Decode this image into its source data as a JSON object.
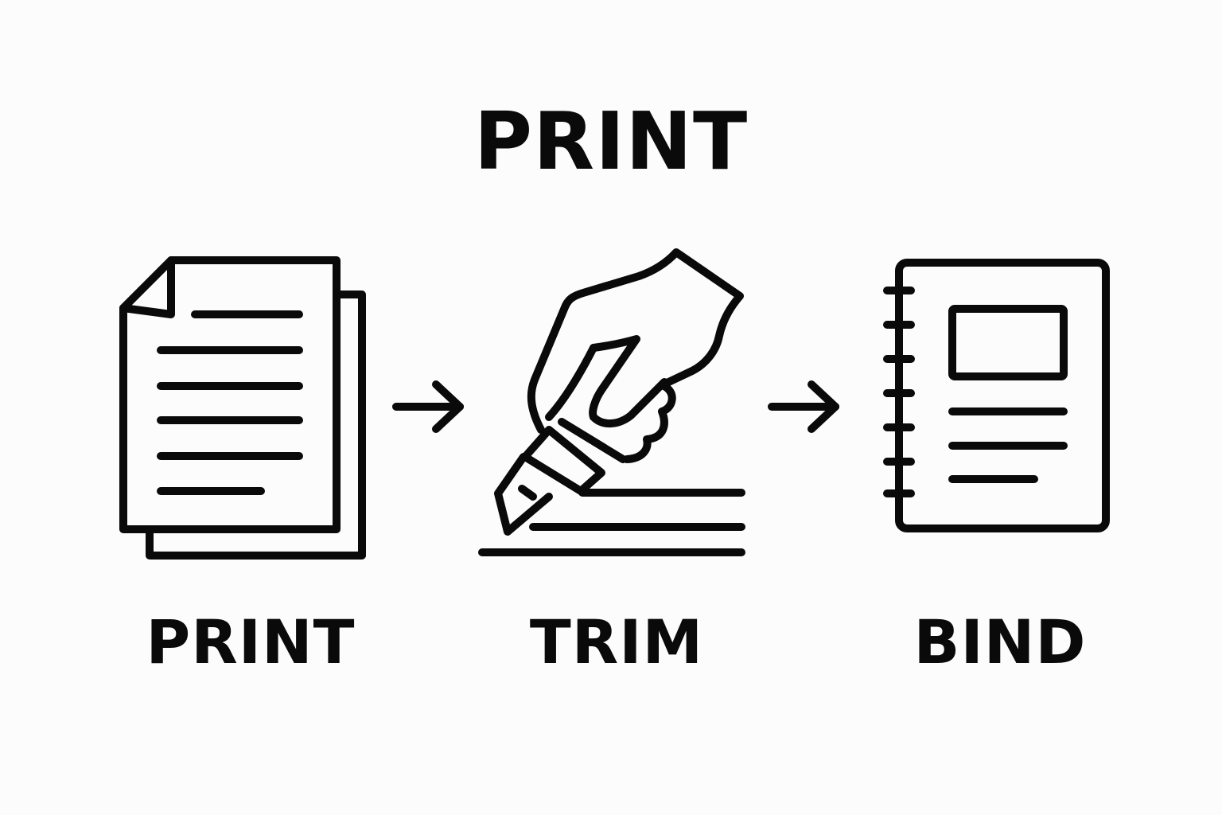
{
  "diagram": {
    "title": "PRINT",
    "steps": [
      {
        "label": "PRINT",
        "icon": "document-stack-icon"
      },
      {
        "label": "TRIM",
        "icon": "hand-cutter-icon"
      },
      {
        "label": "BIND",
        "icon": "spiral-notebook-icon"
      }
    ],
    "connectors": [
      "arrow-right-icon",
      "arrow-right-icon"
    ],
    "colors": {
      "ink": "#0a0a0a",
      "background": "#fcfcfc"
    }
  }
}
